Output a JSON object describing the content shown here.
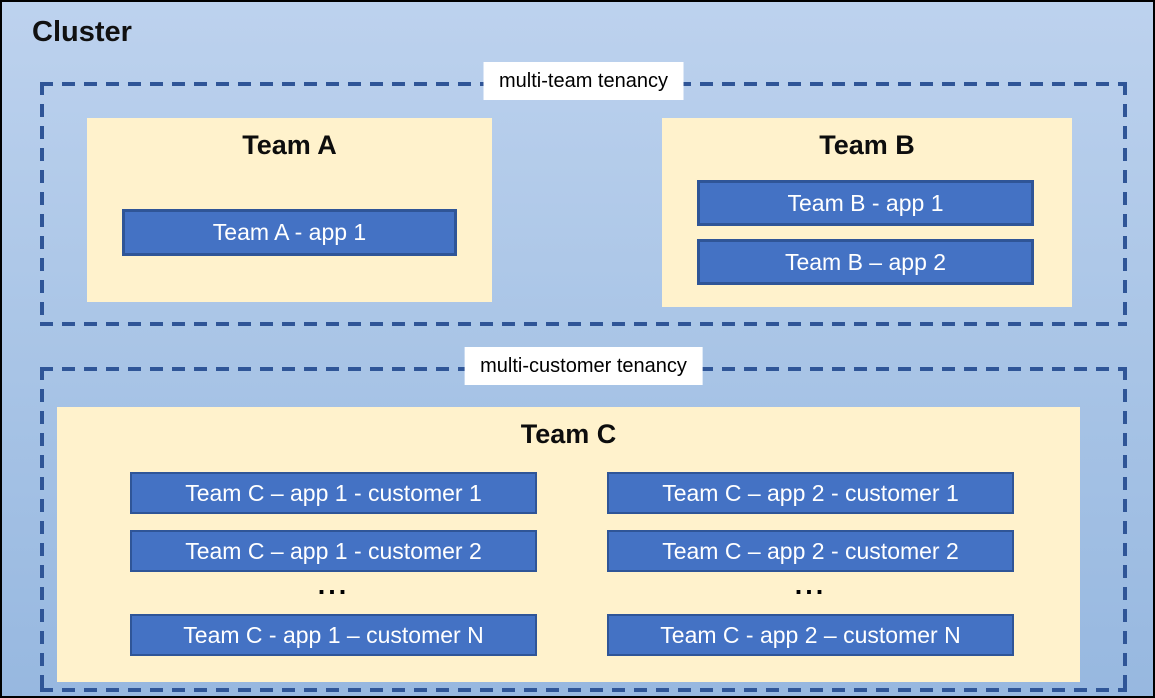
{
  "cluster": {
    "title": "Cluster"
  },
  "sections": {
    "multi_team": {
      "label": "multi-team tenancy",
      "team_a": {
        "title": "Team A",
        "apps": [
          "Team A - app 1"
        ]
      },
      "team_b": {
        "title": "Team B",
        "apps": [
          "Team B - app 1",
          "Team B – app 2"
        ]
      }
    },
    "multi_customer": {
      "label": "multi-customer tenancy",
      "team_c": {
        "title": "Team C",
        "col1": {
          "rows": [
            "Team C – app 1 - customer 1",
            "Team C – app 1 - customer 2"
          ],
          "ellipsis": "...",
          "row_n": "Team C - app 1 – customer N"
        },
        "col2": {
          "rows": [
            "Team C – app 2 - customer 1",
            "Team C – app 2 - customer 2"
          ],
          "ellipsis": "...",
          "row_n": "Team C - app 2 – customer N"
        }
      }
    }
  },
  "colors": {
    "background_top": "#BDD2EE",
    "background_bottom": "#97B8E0",
    "panel_fill": "#FFF2CC",
    "app_fill": "#4472C4",
    "app_border": "#2F5597",
    "dashed_border": "#2F5597",
    "label_background": "#FFFFFF",
    "title_text": "#111111",
    "app_text": "#FFFFFF"
  }
}
